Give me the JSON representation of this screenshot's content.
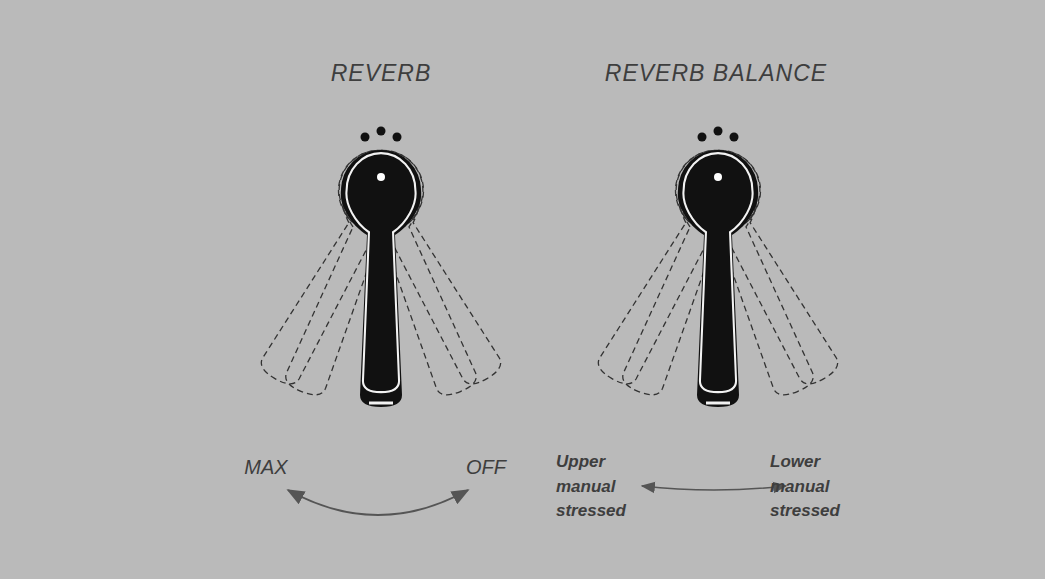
{
  "diagram": {
    "labels": [
      "REVERB",
      "REVERB BALANCE",
      "MAX",
      "OFF",
      "Upper manual stressed",
      "Lower manual stressed"
    ]
  }
}
